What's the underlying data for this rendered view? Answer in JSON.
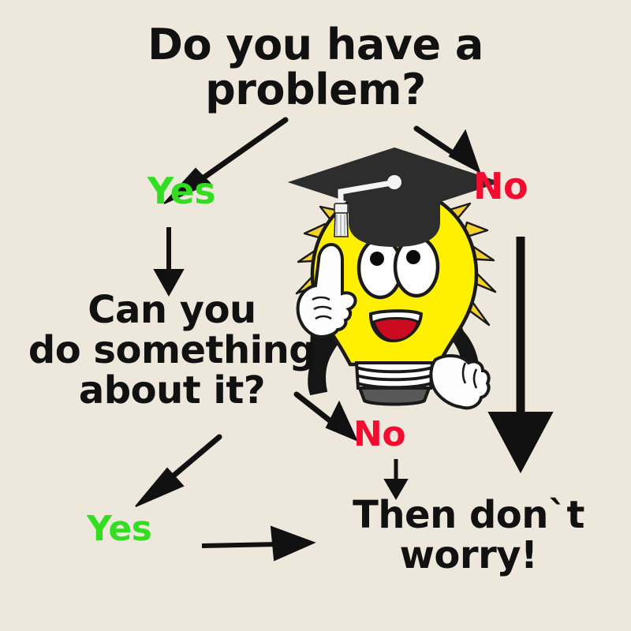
{
  "diagram": {
    "title_text": "Do you have a\nproblem?",
    "question_2_text": "Can you\ndo something\nabout it?",
    "answer_text": "Then don`t\nworry!",
    "labels": {
      "yes_top": "Yes",
      "no_top": "No",
      "no_bottom": "No",
      "yes_bottom": "Yes"
    }
  },
  "colors": {
    "background": "#ede7dc",
    "text": "#111111",
    "yes_green": "#33dd22",
    "no_red": "#f40b30",
    "bulb_yellow": "#ffef00",
    "bulb_ray": "#f2cf2a",
    "cap_dark": "#2d2d2d",
    "arm_black": "#151515",
    "glove_white": "#fdfdfd",
    "mouth_red": "#cc0a22",
    "base_gray": "#585858"
  },
  "mascot": {
    "name": "graduate-lightbulb-character",
    "parts": [
      "mortarboard-cap",
      "tassel",
      "bulb-glass",
      "light-rays",
      "eyes",
      "smiling-mouth",
      "left-arm-pointing",
      "right-arm-on-hip",
      "gloved-hands",
      "screw-base"
    ]
  },
  "arrows": [
    {
      "name": "arrow-start-to-yes",
      "from": "Do you have a problem?",
      "to": "Yes"
    },
    {
      "name": "arrow-start-to-no",
      "from": "Do you have a problem?",
      "to": "No"
    },
    {
      "name": "arrow-yes-to-question2",
      "from": "Yes",
      "to": "Can you do something about it?"
    },
    {
      "name": "arrow-no-to-answer",
      "from": "No",
      "to": "Then don`t worry!"
    },
    {
      "name": "arrow-question2-to-no",
      "from": "Can you do something about it?",
      "to": "No"
    },
    {
      "name": "arrow-no2-to-answer",
      "from": "No",
      "to": "Then don`t worry!"
    },
    {
      "name": "arrow-question2-to-yes",
      "from": "Can you do something about it?",
      "to": "Yes"
    },
    {
      "name": "arrow-yes2-to-answer",
      "from": "Yes",
      "to": "Then don`t worry!"
    }
  ]
}
